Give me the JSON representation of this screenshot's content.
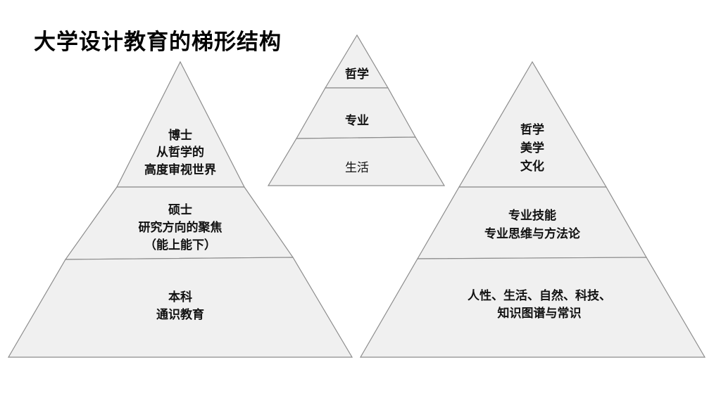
{
  "title": "大学设计教育的梯形结构",
  "pyramids": {
    "left": {
      "tiers": [
        {
          "lines": [
            "博士",
            "从哲学的",
            "高度审视世界"
          ]
        },
        {
          "lines": [
            "硕士",
            "研究方向的聚焦",
            "（能上能下）"
          ]
        },
        {
          "lines": [
            "本科",
            "通识教育"
          ]
        }
      ]
    },
    "center": {
      "tiers": [
        {
          "lines": [
            "哲学"
          ]
        },
        {
          "lines": [
            "专业"
          ]
        },
        {
          "lines": [
            "生活"
          ]
        }
      ]
    },
    "right": {
      "tiers": [
        {
          "lines": [
            "哲学",
            "美学",
            "文化"
          ]
        },
        {
          "lines": [
            "专业技能",
            "专业思维与方法论"
          ]
        },
        {
          "lines": [
            "人性、生活、自然、科技、",
            "知识图谱与常识"
          ]
        }
      ]
    }
  }
}
